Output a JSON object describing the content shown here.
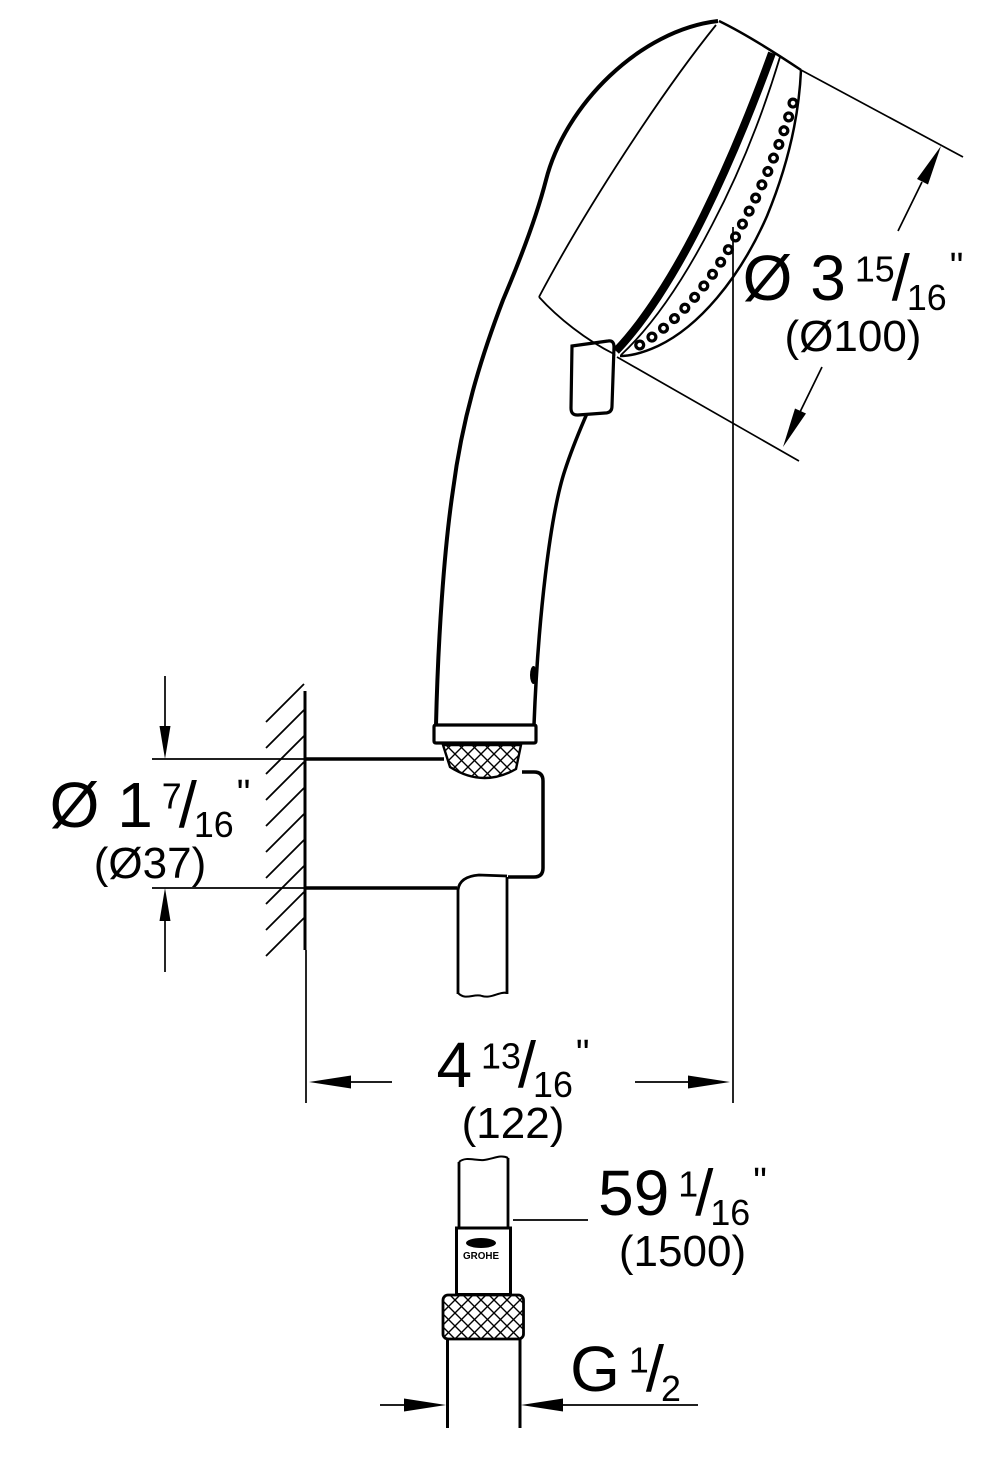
{
  "page": {
    "background": "#ffffff",
    "ink": "#000000"
  },
  "drawing": {
    "logo_text": "GROHE",
    "dimensions": {
      "head_diameter": {
        "prefix": "Ø 3",
        "numerator": "15",
        "slash": "/",
        "denominator": "16",
        "unit": "\"",
        "metric": "(Ø100)"
      },
      "holder_diameter": {
        "prefix": "Ø 1",
        "numerator": "7",
        "slash": "/",
        "denominator": "16",
        "unit": "\"",
        "metric": "(Ø37)"
      },
      "wall_to_handshower_axis": {
        "prefix": "4",
        "numerator": "13",
        "slash": "/",
        "denominator": "16",
        "unit": "\"",
        "metric": "(122)"
      },
      "hose_length": {
        "prefix": "59",
        "numerator": "1",
        "slash": "/",
        "denominator": "16",
        "unit": "\"",
        "metric": "(1500)"
      },
      "thread_size": {
        "prefix": "G",
        "numerator": "1",
        "slash": "/",
        "denominator": "2",
        "unit": "",
        "metric": ""
      }
    }
  }
}
